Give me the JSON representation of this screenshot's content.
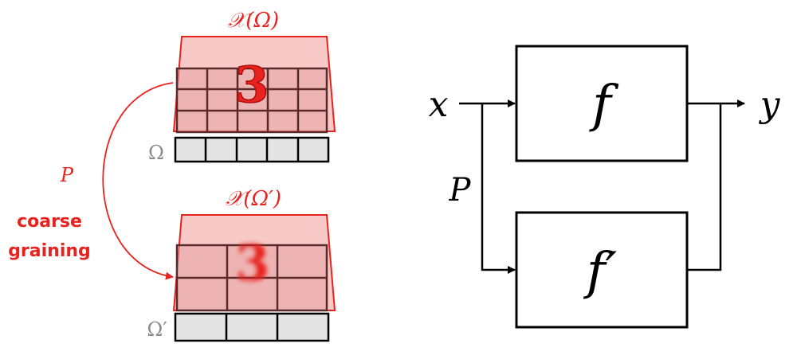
{
  "left": {
    "top_signal_label": "𝒳(Ω)",
    "top_domain_label": "Ω",
    "bottom_signal_label": "𝒳(Ω′)",
    "bottom_domain_label": "Ω′",
    "operator_label": "P",
    "caption_line1": "coarse",
    "caption_line2": "graining",
    "digit": "3"
  },
  "right": {
    "input_label": "x",
    "output_label": "y",
    "box_top_label": "f",
    "box_bottom_label": "f′",
    "operator_label": "P"
  },
  "colors": {
    "accent": "#e8231f",
    "plane_fill": "#f7c6c4",
    "grid_gray": "#e4e4e4"
  }
}
